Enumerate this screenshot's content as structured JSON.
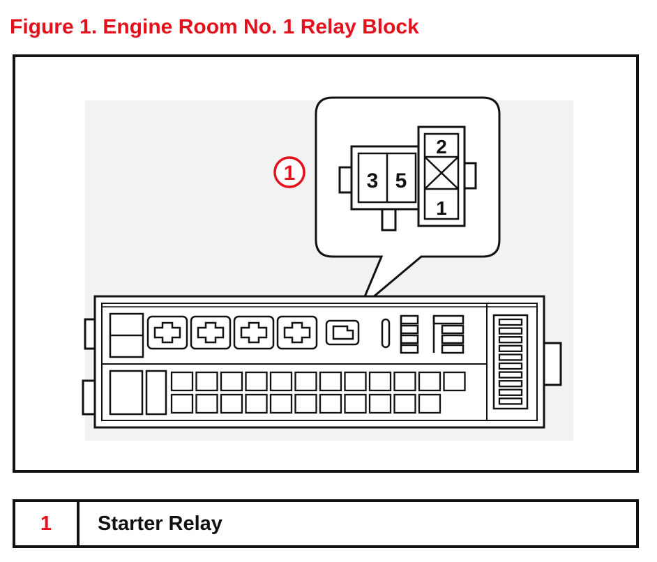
{
  "title": "Figure 1. Engine Room No. 1 Relay Block",
  "callout": {
    "marker": "1",
    "pins": {
      "left": "3",
      "middle": "5",
      "top": "2",
      "bottom": "1"
    }
  },
  "legend": {
    "rows": [
      {
        "number": "1",
        "label": "Starter Relay"
      }
    ]
  },
  "colors": {
    "accent": "#e4101c",
    "line": "#111111",
    "block_fill": "#f2f2f2"
  }
}
